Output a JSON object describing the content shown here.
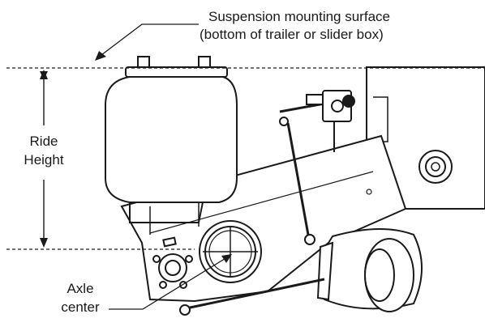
{
  "labels": {
    "mount_line1": "Suspension mounting surface",
    "mount_line2": "(bottom of trailer or slider box)",
    "ride_line1": "Ride",
    "ride_line2": "Height",
    "axle_line1": "Axle",
    "axle_line2": "center"
  },
  "colors": {
    "ink": "#1a1a1a",
    "paper": "#ffffff"
  }
}
